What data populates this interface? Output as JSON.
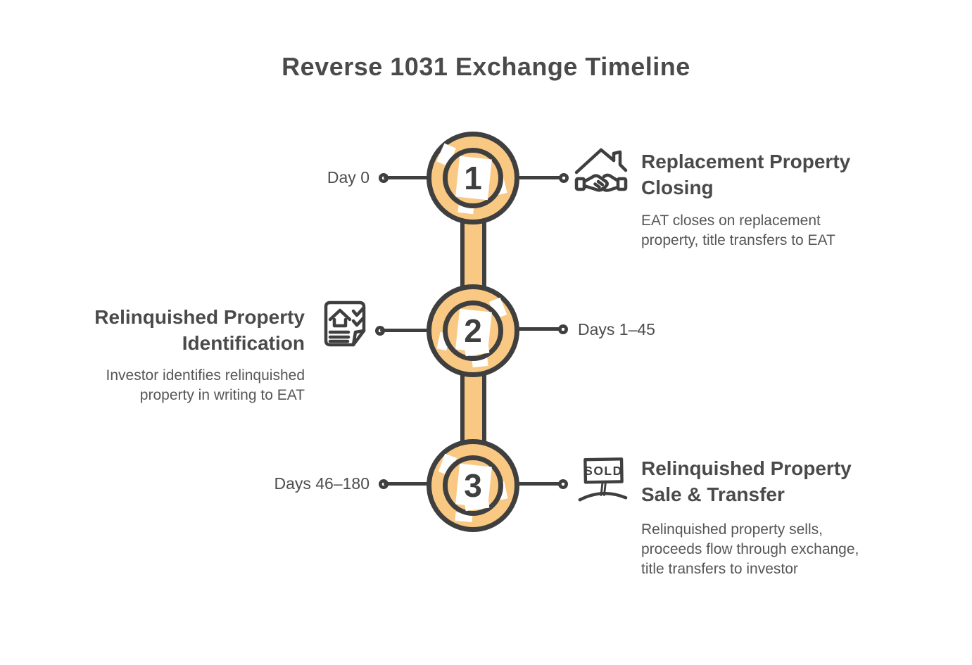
{
  "title": "Reverse 1031 Exchange Timeline",
  "colors": {
    "accent_orange": "#f9c983",
    "stroke_dark": "#3f3f3f",
    "title_text": "#4a4a4a",
    "body_text": "#565656"
  },
  "steps": [
    {
      "number": "1",
      "day_label": "Day 0",
      "icon": "house-handshake-icon",
      "title": "Replacement Property Closing",
      "description": "EAT closes on replacement property, title transfers to EAT"
    },
    {
      "number": "2",
      "day_label": "Days 1–45",
      "icon": "document-checklist-icon",
      "title": "Relinquished Property Identification",
      "description": "Investor identifies relinquished property in writing to EAT"
    },
    {
      "number": "3",
      "day_label": "Days 46–180",
      "icon": "sold-sign-icon",
      "title": "Relinquished Property Sale & Transfer",
      "description": "Relinquished property sells, proceeds flow through exchange, title transfers to investor"
    }
  ],
  "sold_sign_text": "SOLD"
}
